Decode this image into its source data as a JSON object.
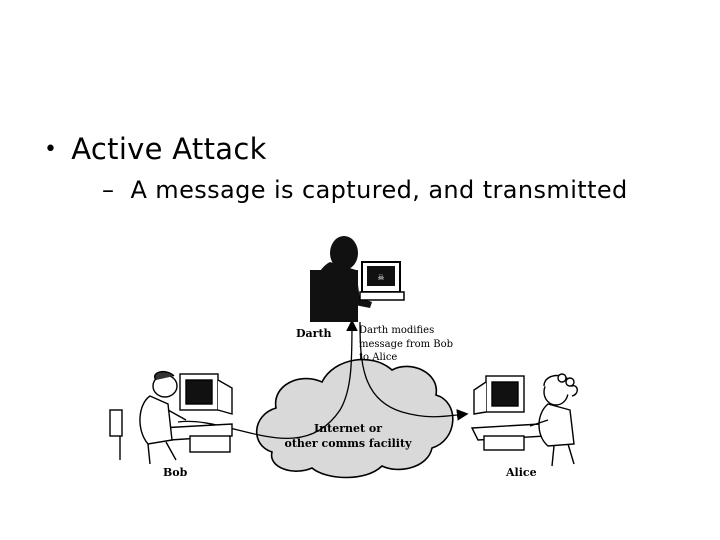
{
  "slide": {
    "bullet": "Active Attack",
    "sub_bullet": "A message is captured, and transmitted",
    "bullet_marker": "•",
    "sub_marker": "–"
  },
  "diagram": {
    "darth_label": "Darth",
    "darth_note_lines": [
      "Darth modifies",
      "message from Bob",
      "to Alice"
    ],
    "cloud_label_lines": [
      "Internet or",
      "other comms facility"
    ],
    "bob_label": "Bob",
    "alice_label": "Alice",
    "colors": {
      "cloud_fill": "#d9d9d9",
      "silhouette": "#111111",
      "line": "#000000"
    }
  }
}
